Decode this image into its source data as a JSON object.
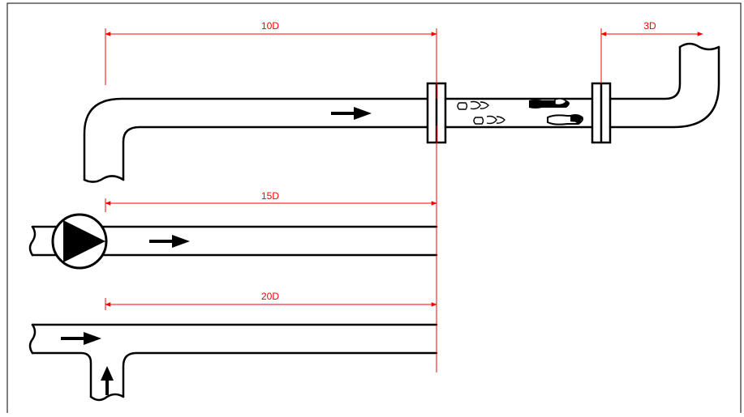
{
  "colors": {
    "pipe": "#000000",
    "dimension": "#ff0000",
    "background": "#ffffff"
  },
  "dimensions": {
    "upstream_straight": "10D",
    "downstream_straight": "3D",
    "after_pump": "15D",
    "after_tee": "20D"
  },
  "icons": {
    "flow": "flow-arrow-icon",
    "pump": "pump-symbol-icon",
    "transducer": "ultrasonic-transducer-icon"
  }
}
